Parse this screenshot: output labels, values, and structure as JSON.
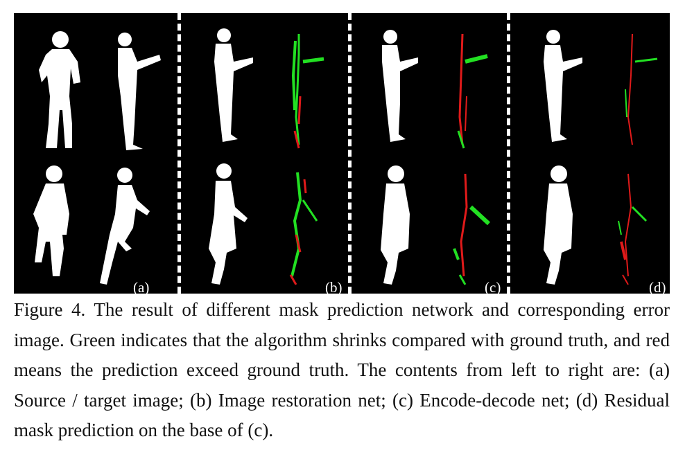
{
  "panels": [
    {
      "label": "(a)",
      "kind": "source"
    },
    {
      "label": "(b)",
      "kind": "restoration"
    },
    {
      "label": "(c)",
      "kind": "encode-decode"
    },
    {
      "label": "(d)",
      "kind": "residual"
    }
  ],
  "colors": {
    "background": "#000000",
    "silhouette": "#ffffff",
    "shrink": "#22e022",
    "exceed": "#e01a1a"
  },
  "caption": "Figure 4. The result of different mask prediction network and corresponding error image.  Green indicates that the algorithm shrinks compared with ground truth, and red means the prediction exceed ground truth. The contents from left to right are: (a) Source / target image; (b) Image restoration net; (c) Encode-decode net; (d) Residual mask prediction on the base of (c)."
}
